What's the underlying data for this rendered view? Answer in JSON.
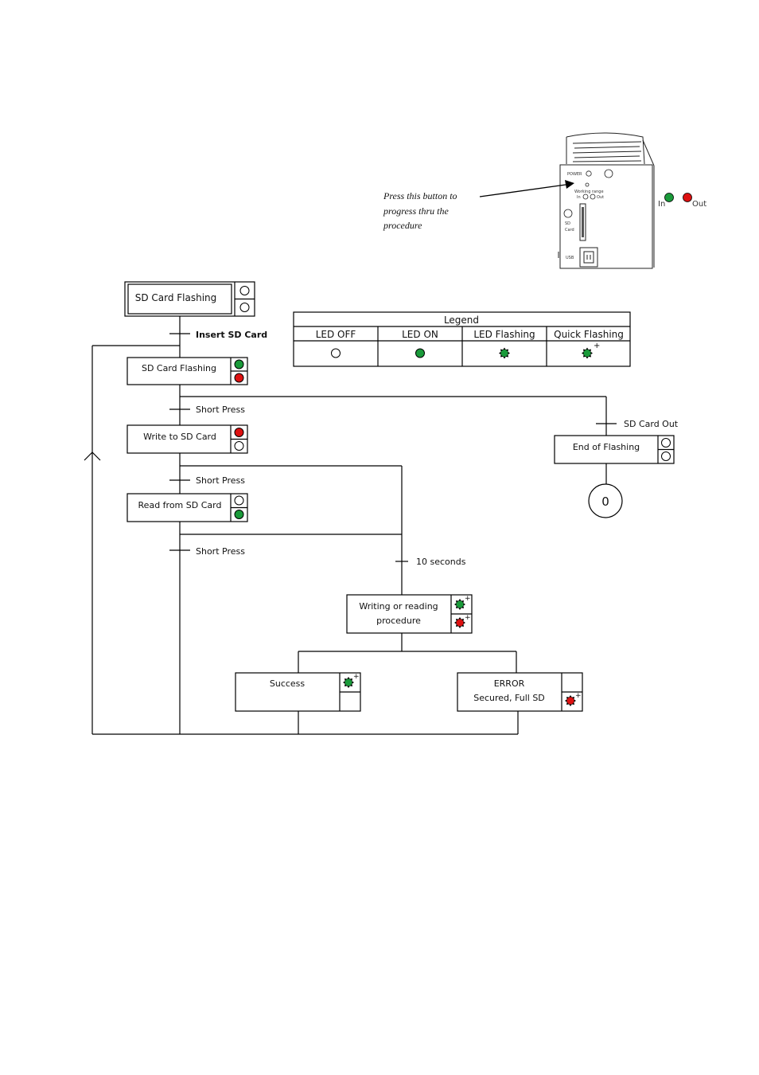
{
  "colors": {
    "led_green": "#1a9a3a",
    "led_red": "#dd1111",
    "line": "#000000"
  },
  "device": {
    "power_label": "POWER",
    "working_range_label": "Working range",
    "in_small": "In",
    "out_small": "Out",
    "sd_label": "SD",
    "card_label": "Card",
    "usb_label": "USB",
    "in_label": "In",
    "out_label": "Out",
    "note_lines": [
      "Press this button to",
      "progress thru the",
      "procedure"
    ]
  },
  "legend": {
    "title": "Legend",
    "columns": [
      "LED OFF",
      "LED ON",
      "LED Flashing",
      "Quick Flashing"
    ],
    "quick_plus": "+"
  },
  "states": {
    "start": "SD Card Flashing",
    "sd_flashing": "SD Card Flashing",
    "write": "Write to SD Card",
    "read": "Read from SD Card",
    "end": "End of Flashing",
    "procedure_line1": "Writing or reading",
    "procedure_line2": "procedure",
    "success": "Success",
    "error_line1": "ERROR",
    "error_line2": "Secured, Full SD"
  },
  "transitions": {
    "insert": "Insert SD Card",
    "short_press_1": "Short Press",
    "short_press_2": "Short Press",
    "short_press_3": "Short Press",
    "sd_out": "SD Card Out",
    "ten_seconds": "10 seconds"
  },
  "terminal": "0",
  "plus": "+"
}
